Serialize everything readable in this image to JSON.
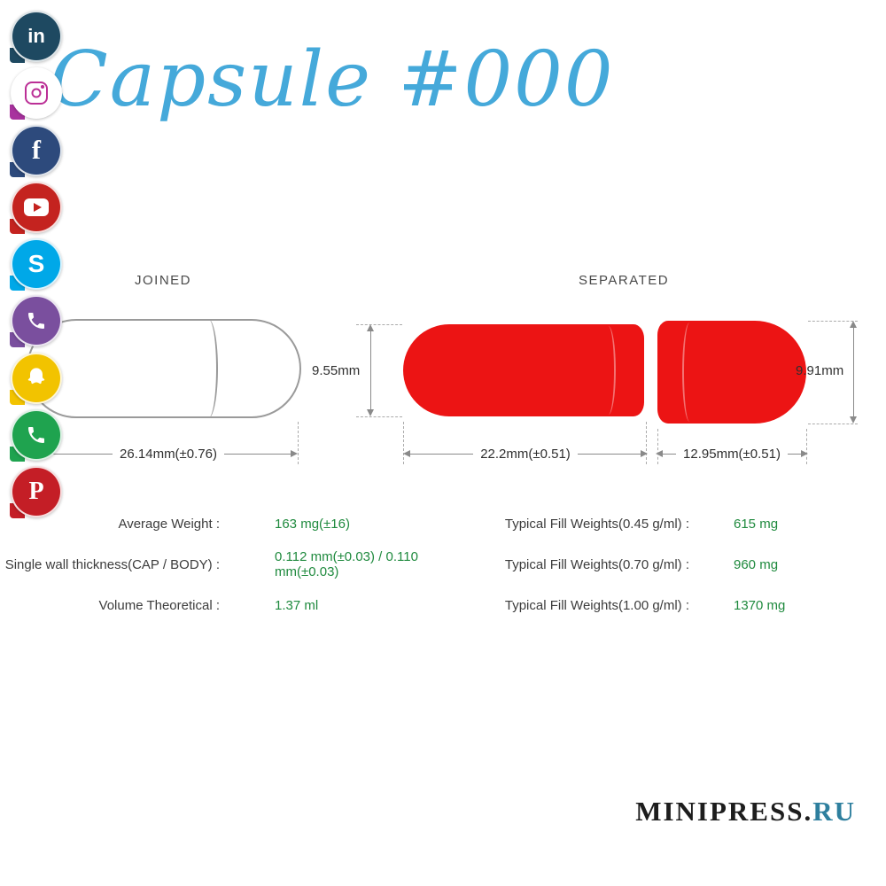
{
  "title": "Capsule #000",
  "colors": {
    "title_blue": "#45a9da",
    "capsule_red": "#ec1414",
    "value_green": "#1f8a3e",
    "brand_teal": "#2e7f9e",
    "dimension_gray": "#8a8a8a"
  },
  "social": {
    "items": [
      {
        "name": "linkedin-icon",
        "glyph": "in",
        "color": "#1e4961"
      },
      {
        "name": "instagram-icon",
        "glyph": "camera",
        "color": "#ffffff"
      },
      {
        "name": "facebook-icon",
        "glyph": "f",
        "color": "#2d4a7c"
      },
      {
        "name": "youtube-icon",
        "glyph": "play",
        "color": "#c4231f"
      },
      {
        "name": "skype-icon",
        "glyph": "S",
        "color": "#00a8e8"
      },
      {
        "name": "viber-icon",
        "glyph": "phone",
        "color": "#7a4f9e"
      },
      {
        "name": "snapchat-icon",
        "glyph": "ghost",
        "color": "#f2c300"
      },
      {
        "name": "whatsapp-icon",
        "glyph": "phone",
        "color": "#1fa34f"
      },
      {
        "name": "pinterest-icon",
        "glyph": "P",
        "color": "#c41e26"
      }
    ]
  },
  "diagram": {
    "joined": {
      "label": "JOINED",
      "length": "26.14mm(±0.76)"
    },
    "separated": {
      "label": "SEPARATED",
      "body_length": "22.2mm(±0.51)",
      "cap_length": "12.95mm(±0.51)",
      "body_diameter": "9.55mm",
      "cap_diameter": "9.91mm"
    }
  },
  "specs": {
    "left": [
      {
        "label": "Average Weight :",
        "value": "163 mg(±16)"
      },
      {
        "label": "Single wall thickness(CAP / BODY) :",
        "value": "0.112 mm(±0.03) / 0.110 mm(±0.03)"
      },
      {
        "label": "Volume Theoretical :",
        "value": "1.37 ml"
      }
    ],
    "right": [
      {
        "label": "Typical Fill Weights(0.45 g/ml) :",
        "value": "615 mg"
      },
      {
        "label": "Typical Fill Weights(0.70 g/ml) :",
        "value": "960 mg"
      },
      {
        "label": "Typical Fill Weights(1.00 g/ml) :",
        "value": "1370 mg"
      }
    ]
  },
  "brand": {
    "name": "MINIPRESS",
    "separator": ".",
    "tld": "RU"
  }
}
